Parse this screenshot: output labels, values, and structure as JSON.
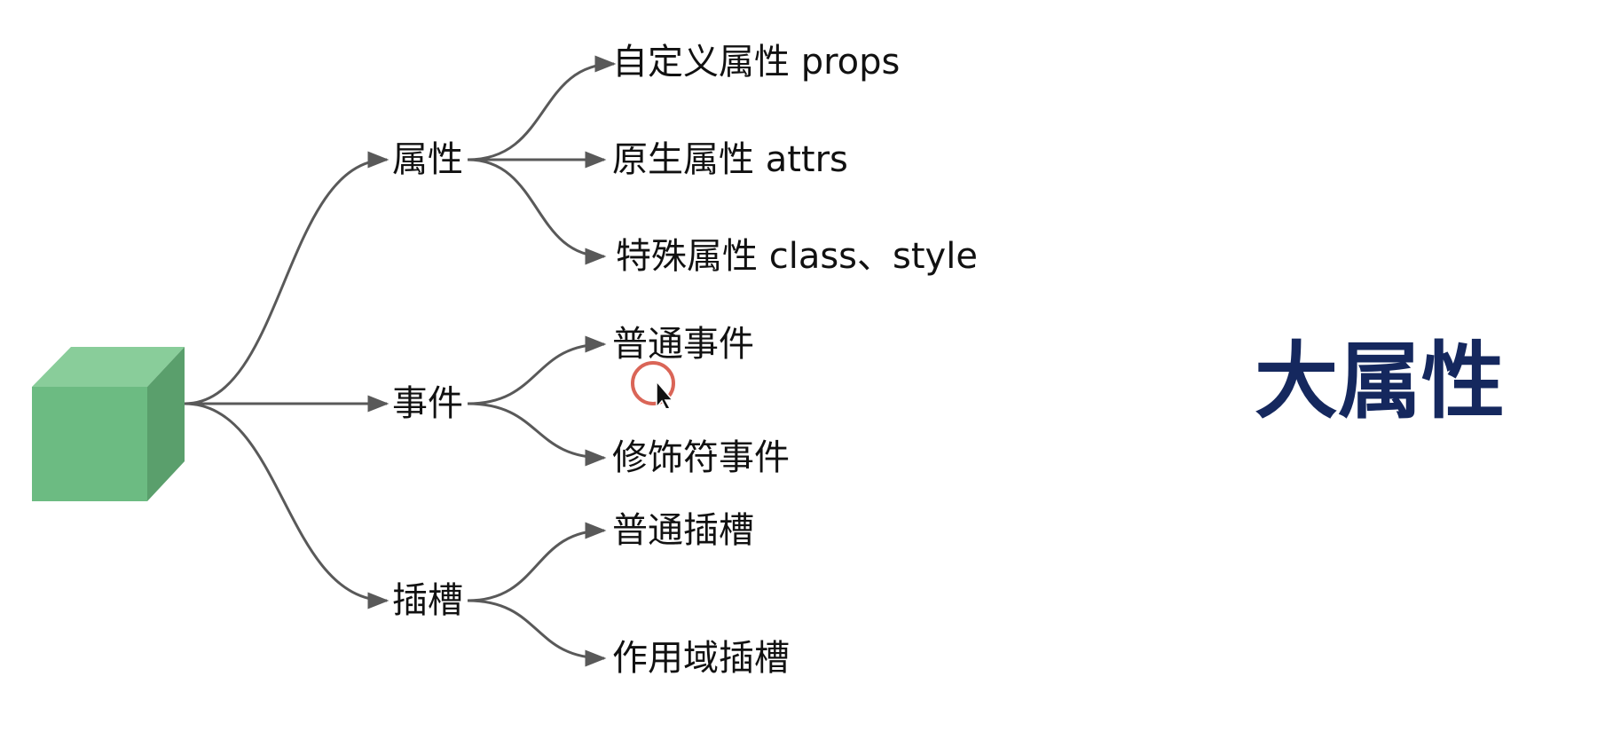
{
  "title": "大属性",
  "root": {
    "icon": "green-cube-icon",
    "colors": {
      "front": "#6cbb82",
      "top": "#89cd9a",
      "side": "#5a9f6c"
    }
  },
  "branches": [
    {
      "label": "属性",
      "children": [
        "自定义属性 props",
        "原生属性 attrs",
        "特殊属性 class、style"
      ]
    },
    {
      "label": "事件",
      "children": [
        "普通事件",
        "修饰符事件"
      ]
    },
    {
      "label": "插槽",
      "children": [
        "普通插槽",
        "作用域插槽"
      ]
    }
  ],
  "colors": {
    "title": "#15285e",
    "connector": "#595959",
    "text": "#111111",
    "cursor_ring": "#d44a3a"
  }
}
